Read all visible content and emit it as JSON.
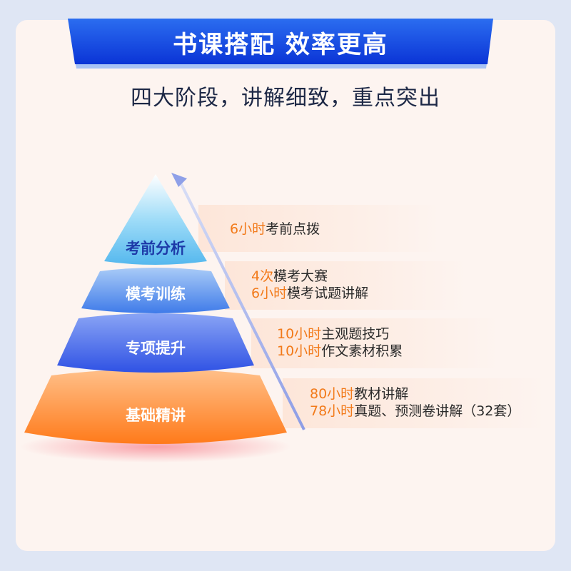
{
  "banner": {
    "title": "书课搭配  效率更高"
  },
  "subtitle": "四大阶段，讲解细致，重点突出",
  "tiers": [
    {
      "label": "考前分析",
      "lines": [
        {
          "hl": "6小时",
          "text": "考前点拨"
        }
      ]
    },
    {
      "label": "模考训练",
      "lines": [
        {
          "hl": "4次",
          "text": "模考大赛"
        },
        {
          "hl": "6小时",
          "text": "模考试题讲解"
        }
      ]
    },
    {
      "label": "专项提升",
      "lines": [
        {
          "hl": "10小时",
          "text": "主观题技巧"
        },
        {
          "hl": "10小时",
          "text": "作文素材积累"
        }
      ]
    },
    {
      "label": "基础精讲",
      "lines": [
        {
          "hl": "80小时",
          "text": "教材讲解"
        },
        {
          "hl": "78小时",
          "text": "真题、预测卷讲解（32套）"
        }
      ]
    }
  ],
  "colors": {
    "banner_blue": "#1446e0",
    "accent_orange": "#f27a1a",
    "tier1": "#6fc6f2",
    "tier2": "#4f86ef",
    "tier3": "#3a5ee8",
    "tier4": "#ff8a2a"
  }
}
